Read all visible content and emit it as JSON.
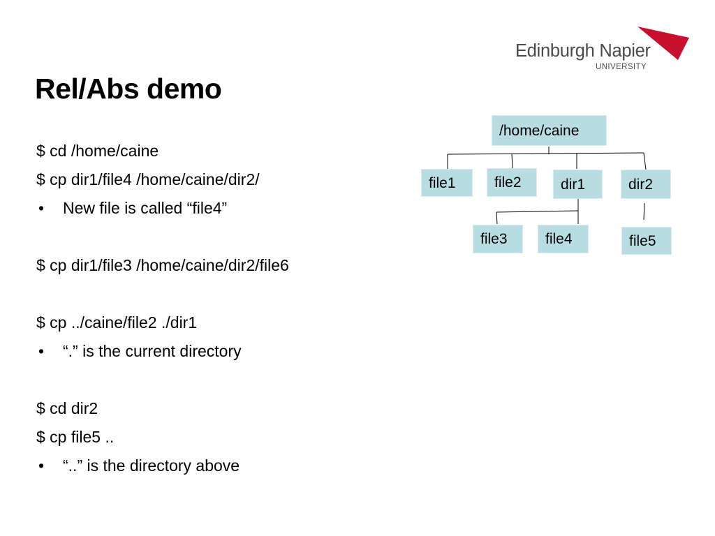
{
  "logo": {
    "name": "Edinburgh Napier",
    "sub": "UNIVERSITY",
    "brand_color": "#c8102e"
  },
  "slide": {
    "title": "Rel/Abs demo",
    "lines": [
      {
        "text": "$ cd /home/caine",
        "bullet": false
      },
      {
        "text": "$ cp dir1/file4 /home/caine/dir2/",
        "bullet": false
      },
      {
        "text": "New file is called “file4”",
        "bullet": true
      },
      {
        "text": "",
        "bullet": false
      },
      {
        "text": "$ cp dir1/file3 /home/caine/dir2/file6",
        "bullet": false
      },
      {
        "text": "",
        "bullet": false
      },
      {
        "text": "$ cp ../caine/file2 ./dir1",
        "bullet": false
      },
      {
        "text": "“.” is the current directory",
        "bullet": true
      },
      {
        "text": "",
        "bullet": false
      },
      {
        "text": "$ cd dir2",
        "bullet": false
      },
      {
        "text": "$ cp file5 ..",
        "bullet": false
      },
      {
        "text": "“..” is the directory above",
        "bullet": true
      }
    ]
  },
  "tree": {
    "node_color": "#b7dde3",
    "nodes": {
      "root": "/home/caine",
      "file1": "file1",
      "file2": "file2",
      "dir1": "dir1",
      "dir2": "dir2",
      "file3": "file3",
      "file4": "file4",
      "file5": "file5"
    }
  }
}
